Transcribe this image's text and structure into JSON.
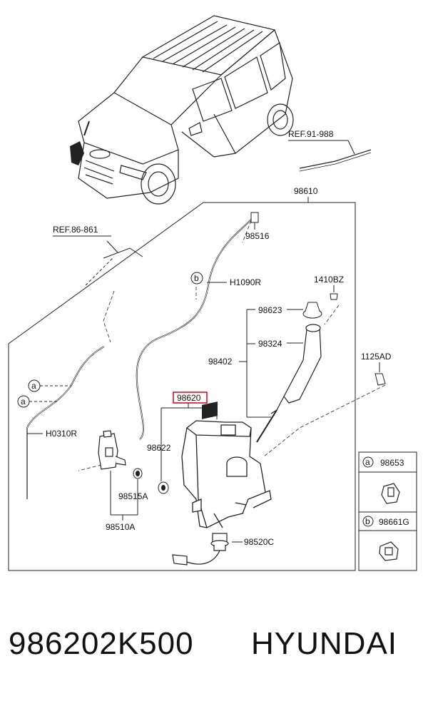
{
  "labels": {
    "ref_91_988": "REF.91-988",
    "assembly": "98610",
    "ref_86_861": "REF.86-861",
    "nozzle": "98516",
    "hose_upper": "H1090R",
    "cap_bolt": "1410BZ",
    "cap": "98623",
    "filler_seal": "98324",
    "filler_pipe": "98402",
    "bolt": "1125AD",
    "reservoir_highlight": "98620",
    "grommet": "98622",
    "hose_lower": "H0310R",
    "pump_grommet": "98515A",
    "pump": "98510A",
    "level_sensor": "98520C"
  },
  "markers": {
    "a": "a",
    "b": "b"
  },
  "legend": {
    "a_label": "a",
    "a_part": "98653",
    "b_label": "b",
    "b_part": "98661G"
  },
  "footer": {
    "part_number": "986202K500",
    "brand": "HYUNDAI"
  },
  "colors": {
    "highlight": "#d0021b",
    "line": "#222222"
  }
}
